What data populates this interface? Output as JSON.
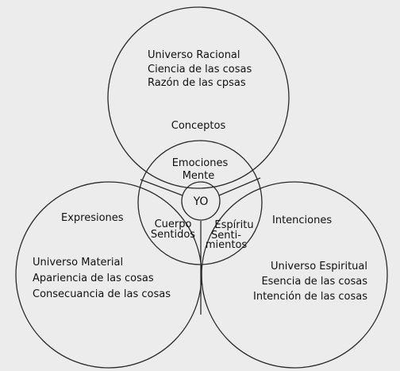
{
  "colors": {
    "background": "#ececec",
    "stroke": "#2a2a2a",
    "text": "#111111"
  },
  "top_circle": {
    "lines": [
      "Universo Racional",
      "Ciencia de las cosas",
      "Razón de las cpsas"
    ],
    "concept_label": "Conceptos"
  },
  "left_circle": {
    "label": "Expresiones",
    "lines": [
      "Universo Material",
      "Apariencia de las cosas",
      "Consecuancia de las cosas"
    ]
  },
  "right_circle": {
    "label": "Intenciones",
    "lines": [
      "Universo Espiritual",
      "Esencia de las cosas",
      "Intención de las cosas"
    ]
  },
  "center_circle": {
    "top_lines": [
      "Emociones",
      "Mente"
    ],
    "left_lines": [
      "Cuerpo",
      "Sentidos"
    ],
    "right_lines": [
      "Espíritu",
      "Senti-",
      "mientos"
    ]
  },
  "core": {
    "label": "YO"
  }
}
